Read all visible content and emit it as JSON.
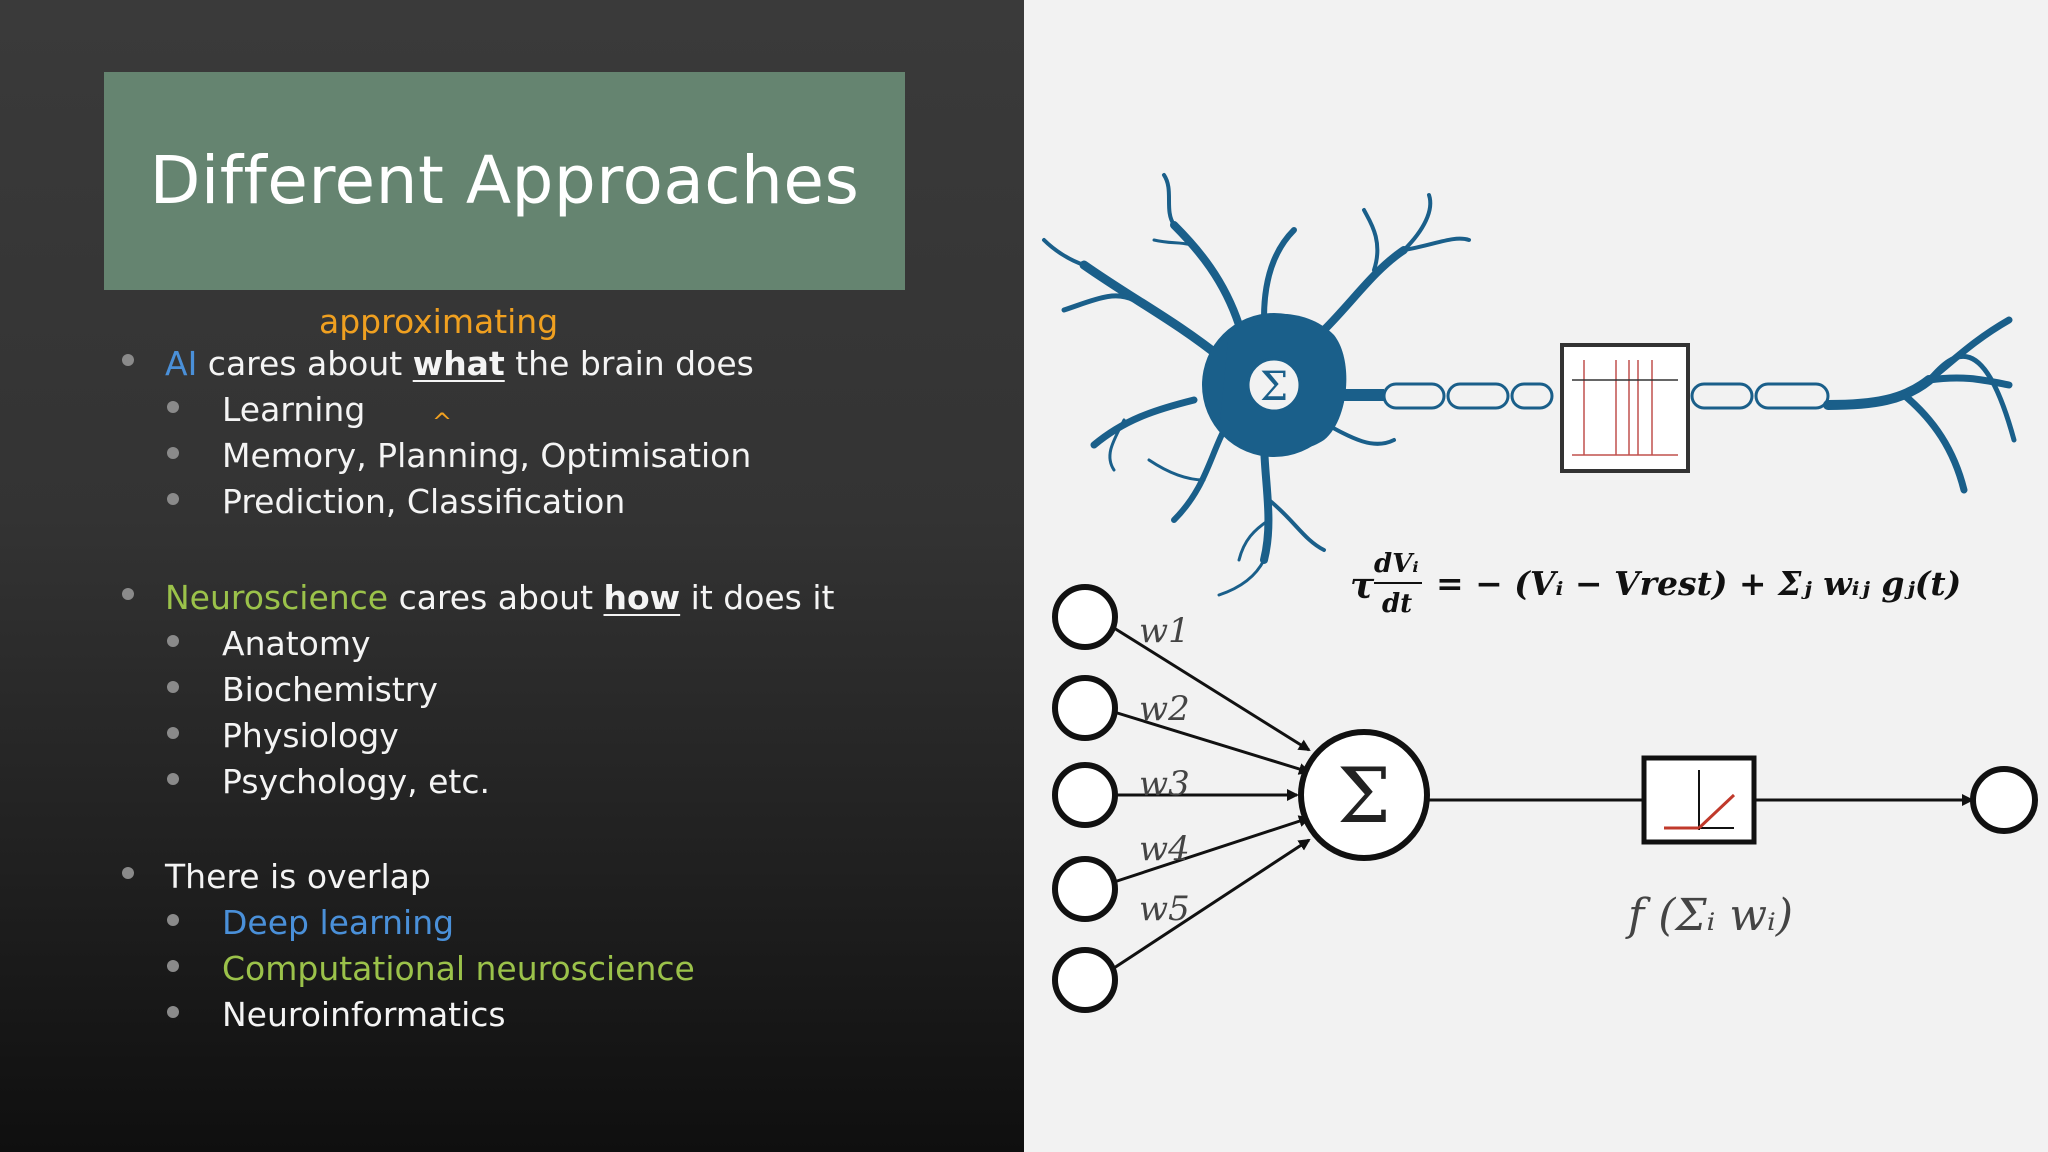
{
  "slide": {
    "title": "Different Approaches"
  },
  "content": {
    "annotation_word": "approximating",
    "caret": "^",
    "bullet1": {
      "prefix": "AI",
      "text_a": " cares about ",
      "emph": "what",
      "text_b": " the brain does"
    },
    "bullet1_items": [
      "Learning",
      "Memory, Planning, Optimisation",
      "Prediction, Classification"
    ],
    "bullet2": {
      "prefix": "Neuroscience",
      "text_a": " cares about ",
      "emph": "how",
      "text_b": " it does it"
    },
    "bullet2_items": [
      "Anatomy",
      "Biochemistry",
      "Physiology",
      "Psychology, etc."
    ],
    "bullet3": {
      "text": "There is overlap"
    },
    "bullet3_items": [
      "Deep learning",
      "Computational neuroscience",
      "Neuroinformatics"
    ]
  },
  "diagram": {
    "sum_symbol": "Σ",
    "weights": [
      "w1",
      "w2",
      "w3",
      "w4",
      "w5"
    ],
    "equation": "= − (Vᵢ − Vrest) + Σⱼ wᵢⱼ gⱼ(t)",
    "eq_tau": "τ",
    "eq_num": "dVᵢ",
    "eq_den": "dt",
    "activation": "f (Σᵢ wᵢ)",
    "colors": {
      "neuron": "#1a5f8a",
      "title_bg": "#658470",
      "accent_blue": "#4a90d9",
      "accent_green": "#9bc24a",
      "accent_orange": "#f0a020"
    }
  }
}
